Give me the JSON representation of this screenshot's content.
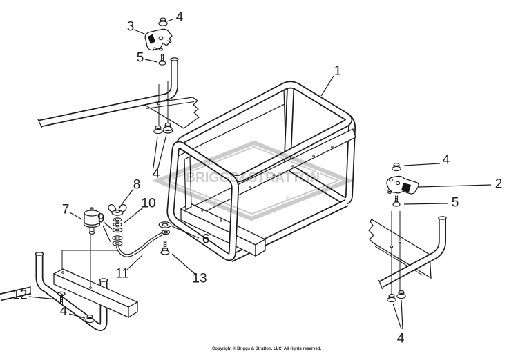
{
  "watermark": {
    "text": "BRIGGS&STRATTON",
    "registered_mark": "®",
    "color": "#cbcbcb"
  },
  "copyright": "Copyright © Briggs & Stratton, LLC. All rights reserved.",
  "line_color": "#1a1a1a",
  "background": "#ffffff",
  "callouts": [
    {
      "id": "frame",
      "label": "1"
    },
    {
      "id": "mount-top-left",
      "label": "3"
    },
    {
      "id": "nut-top-left",
      "label": "4"
    },
    {
      "id": "screw-top-left",
      "label": "5"
    },
    {
      "id": "nuts-mid-left",
      "label": "4"
    },
    {
      "id": "wing-nut",
      "label": "8"
    },
    {
      "id": "vibration-mount",
      "label": "7"
    },
    {
      "id": "lock-washers",
      "label": "10"
    },
    {
      "id": "flat-washers",
      "label": "9"
    },
    {
      "id": "washer-front",
      "label": "6"
    },
    {
      "id": "ground-wire",
      "label": "11"
    },
    {
      "id": "bolt-front",
      "label": "13"
    },
    {
      "id": "bolt-left",
      "label": "12"
    },
    {
      "id": "nut-bottom-left",
      "label": "4"
    },
    {
      "id": "nut-right",
      "label": "4"
    },
    {
      "id": "mount-right",
      "label": "2"
    },
    {
      "id": "screw-right",
      "label": "5"
    },
    {
      "id": "nuts-bottom-right",
      "label": "4"
    }
  ]
}
